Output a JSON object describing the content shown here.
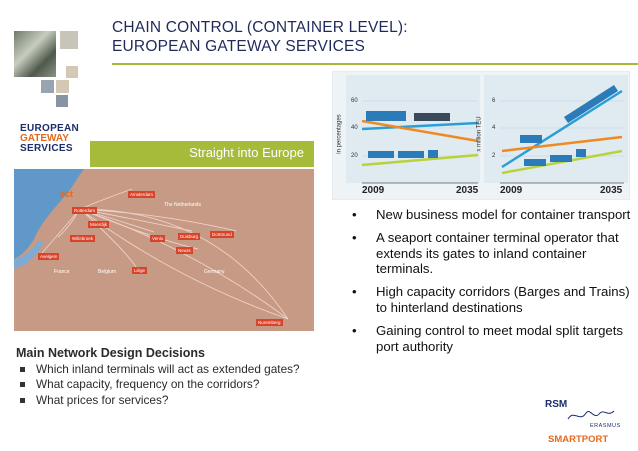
{
  "title": {
    "line1": "CHAIN CONTROL (CONTAINER LEVEL):",
    "line2": "EUROPEAN GATEWAY SERVICES"
  },
  "colors": {
    "title_blue": "#1f2a5a",
    "accent_green": "#a8b63a",
    "brand_orange": "#e46a1d",
    "navy": "#1b2d6b",
    "red_marker": "#d8432a"
  },
  "logo": {
    "line1": "EUROPEAN",
    "line2": "GATEWAY",
    "line3": "SERVICES"
  },
  "banner": {
    "text": "Straight into Europe"
  },
  "map": {
    "brand": "ect",
    "region": "The Netherlands",
    "countries": [
      "France",
      "Belgium",
      "Germany"
    ],
    "cities": [
      "Amsterdam",
      "Rotterdam",
      "Moerdijk",
      "Willebroek",
      "Avelgem",
      "Venlo",
      "Duisburg",
      "Dortmund",
      "Neuss",
      "Liège",
      "Nuremberg"
    ]
  },
  "charts": {
    "left": {
      "ylabel": "in percentages",
      "ticks": [
        "20",
        "40",
        "60"
      ],
      "x_start": "2009",
      "x_end": "2035"
    },
    "right": {
      "ylabel": "x million TEU",
      "ticks": [
        "2",
        "4",
        "6"
      ],
      "x_start": "2009",
      "x_end": "2035"
    }
  },
  "bullets": [
    "New business model for container transport",
    "A seaport container terminal operator that extends its gates to inland container terminals.",
    "High capacity corridors (Barges and Trains) to hinterland destinations",
    "Gaining control to meet modal split targets port authority"
  ],
  "decisions": {
    "heading": "Main Network Design Decisions",
    "items": [
      "Which inland terminals will act as extended gates?",
      "What capacity, frequency on the corridors?",
      "What prices for services?"
    ]
  },
  "footer_logo": {
    "rsm": "RSM",
    "erasmus": "ERASMUS",
    "smartport": "SMARTPORT"
  }
}
